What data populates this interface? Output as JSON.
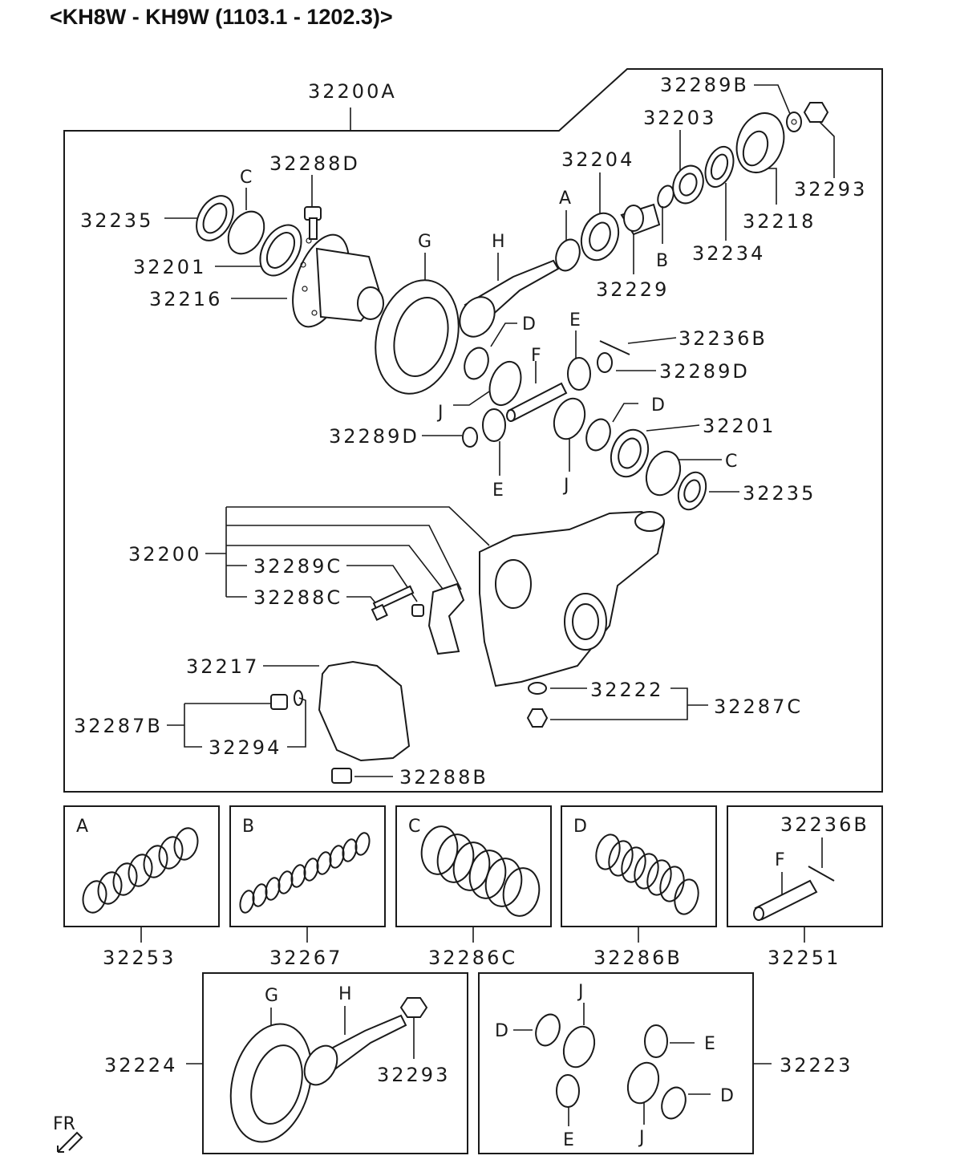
{
  "title": "<KH8W - KH9W (1103.1 - 1202.3)>",
  "main_labels": {
    "p32200A": "32200A",
    "p32289B": "32289B",
    "p32203": "32203",
    "p32204": "32204",
    "p32288D": "32288D",
    "c_top": "C",
    "p32235_top": "32235",
    "p32201_top": "32201",
    "p32216": "32216",
    "g": "G",
    "h": "H",
    "a": "A",
    "b": "B",
    "p32229": "32229",
    "p32234": "32234",
    "p32218": "32218",
    "p32293": "32293",
    "d_top": "D",
    "e_top": "E",
    "f": "F",
    "p32236B": "32236B",
    "p32289D_right": "32289D",
    "j_left": "J",
    "p32289D_left": "32289D",
    "e_bottom": "E",
    "j_bottom": "J",
    "d_right": "D",
    "p32201_right": "32201",
    "c_right": "C",
    "p32235_right": "32235",
    "p32200": "32200",
    "p32289C": "32289C",
    "p32288C": "32288C",
    "p32217": "32217",
    "p32222": "32222",
    "p32287C": "32287C",
    "p32287B": "32287B",
    "p32294": "32294",
    "p32288B": "32288B"
  },
  "kits": [
    {
      "letter": "A",
      "part": "32253"
    },
    {
      "letter": "B",
      "part": "32267"
    },
    {
      "letter": "C",
      "part": "32286C"
    },
    {
      "letter": "D",
      "part": "32286B"
    },
    {
      "letter": "",
      "part": "32251",
      "labels": [
        "32236B",
        "F"
      ]
    }
  ],
  "gear_set": {
    "part": "32224",
    "labels": {
      "g": "G",
      "h": "H",
      "nut": "32293"
    }
  },
  "diff_set": {
    "part": "32223",
    "labels": {
      "j_top": "J",
      "d_left": "D",
      "e_right": "E",
      "d_right": "D",
      "e_bottom": "E",
      "j_bottom": "J"
    }
  },
  "orientation": "FR"
}
